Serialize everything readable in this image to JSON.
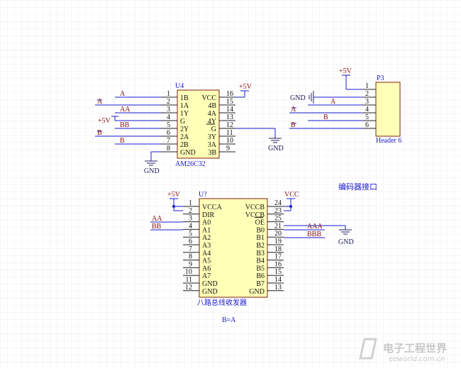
{
  "colors": {
    "wire": "#1a1ad0",
    "chip_fill": "#ffffb8",
    "chip_border": "#802010",
    "net_label": "#8a1010",
    "grid": "#ececec"
  },
  "u4": {
    "designator": "U4",
    "part": "AM26C32",
    "left_pins": [
      {
        "num": "1",
        "name": "1B",
        "net": "A"
      },
      {
        "num": "2",
        "name": "1A",
        "net": "A",
        "net_overline": true
      },
      {
        "num": "3",
        "name": "1Y",
        "net": "AA"
      },
      {
        "num": "4",
        "name": "G",
        "net": ""
      },
      {
        "num": "5",
        "name": "2Y",
        "net": "BB"
      },
      {
        "num": "6",
        "name": "2A",
        "net": "B",
        "net_overline": true
      },
      {
        "num": "7",
        "name": "2B",
        "net": "B"
      },
      {
        "num": "8",
        "name": "GND",
        "net": ""
      }
    ],
    "right_pins": [
      {
        "num": "16",
        "name": "VCC"
      },
      {
        "num": "15",
        "name": "4B"
      },
      {
        "num": "14",
        "name": "4A"
      },
      {
        "num": "13",
        "name": "4Y"
      },
      {
        "num": "12",
        "name": "G",
        "overline": true
      },
      {
        "num": "11",
        "name": "3Y"
      },
      {
        "num": "10",
        "name": "3A"
      },
      {
        "num": "9",
        "name": "3B"
      }
    ],
    "vcc_label": "+5V",
    "g_label": "+5V",
    "gnd_label": "GND",
    "g_bar_gnd_label": "GND"
  },
  "p3": {
    "designator": "P3",
    "part": "Header 6",
    "supply_label": "+5V",
    "gnd_label": "GND",
    "pins": [
      {
        "num": "1",
        "net": ""
      },
      {
        "num": "2",
        "net": ""
      },
      {
        "num": "3",
        "net": "A"
      },
      {
        "num": "4",
        "net": "A",
        "net_overline": true
      },
      {
        "num": "5",
        "net": "B"
      },
      {
        "num": "6",
        "net": "B",
        "net_overline": true
      }
    ],
    "caption": "编码器接口"
  },
  "u_trans": {
    "designator": "U?",
    "description": "八路总线收发器",
    "direction_note": "B=A",
    "vcca_label": "+5V",
    "vccb_label": "VCC",
    "oe_gnd_label": "GND",
    "left_pins": [
      {
        "num": "1",
        "name": "VCCA",
        "net": ""
      },
      {
        "num": "2",
        "name": "DIR",
        "net": ""
      },
      {
        "num": "3",
        "name": "A0",
        "net": "AA"
      },
      {
        "num": "4",
        "name": "A1",
        "net": "BB"
      },
      {
        "num": "5",
        "name": "A2",
        "net": ""
      },
      {
        "num": "6",
        "name": "A3",
        "net": ""
      },
      {
        "num": "7",
        "name": "A4",
        "net": ""
      },
      {
        "num": "8",
        "name": "A5",
        "net": ""
      },
      {
        "num": "9",
        "name": "A6",
        "net": ""
      },
      {
        "num": "10",
        "name": "A7",
        "net": ""
      },
      {
        "num": "11",
        "name": "GND",
        "net": ""
      },
      {
        "num": "12",
        "name": "GND",
        "net": ""
      }
    ],
    "right_pins": [
      {
        "num": "24",
        "name": "VCCB",
        "net": ""
      },
      {
        "num": "23",
        "name": "VCCB",
        "net": ""
      },
      {
        "num": "25",
        "name": "OE",
        "overline": true,
        "net": ""
      },
      {
        "num": "21",
        "name": "B0",
        "net": "AAA"
      },
      {
        "num": "20",
        "name": "B1",
        "net": "BBB"
      },
      {
        "num": "19",
        "name": "B2",
        "net": ""
      },
      {
        "num": "18",
        "name": "B3",
        "net": ""
      },
      {
        "num": "17",
        "name": "B4",
        "net": ""
      },
      {
        "num": "16",
        "name": "B5",
        "net": ""
      },
      {
        "num": "15",
        "name": "B6",
        "net": ""
      },
      {
        "num": "14",
        "name": "B7",
        "net": ""
      },
      {
        "num": "13",
        "name": "GND",
        "net": ""
      }
    ]
  },
  "watermark": {
    "cn": "电子工程世界",
    "en": "eeworld.com.cn"
  }
}
